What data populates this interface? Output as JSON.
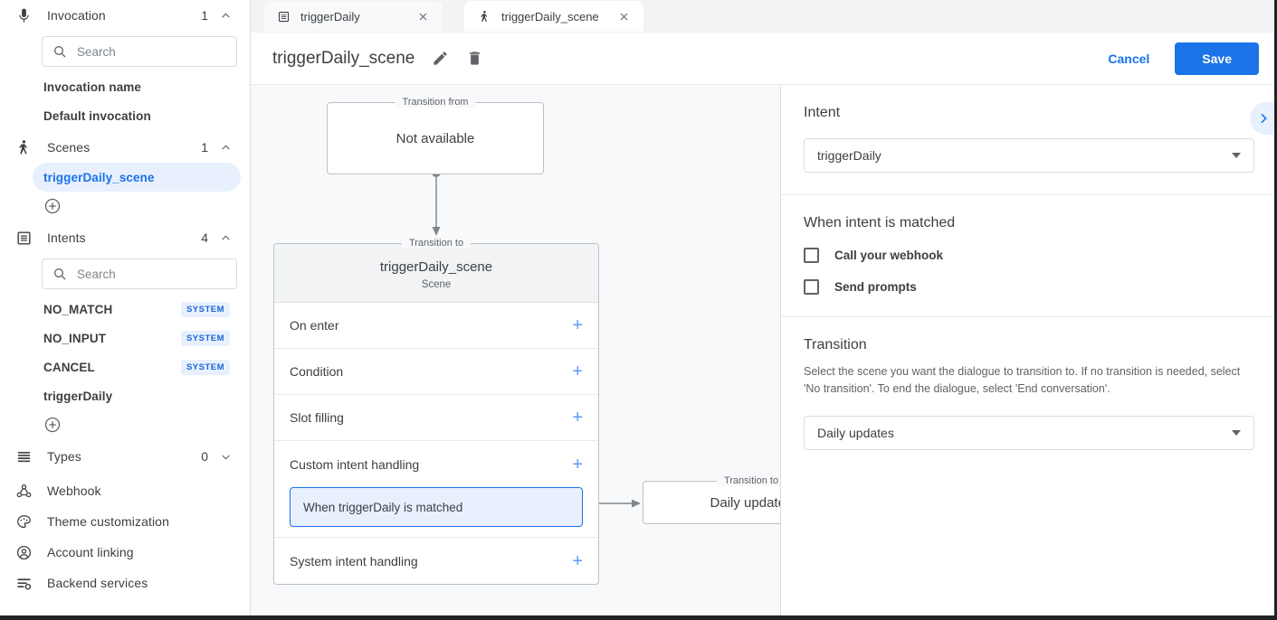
{
  "sidebar": {
    "sections": [
      {
        "id": "invocation",
        "icon": "microphone-icon",
        "label": "Invocation",
        "count": "1",
        "chevron": "chevron-up-icon"
      },
      {
        "id": "scenes",
        "icon": "scene-icon",
        "label": "Scenes",
        "count": "1",
        "chevron": "chevron-up-icon"
      },
      {
        "id": "intents",
        "icon": "intents-icon",
        "label": "Intents",
        "count": "4",
        "chevron": "chevron-up-icon"
      },
      {
        "id": "types",
        "icon": "types-icon",
        "label": "Types",
        "count": "0",
        "chevron": "chevron-down-icon"
      }
    ],
    "invocation_search_placeholder": "Search",
    "invocation_items": [
      {
        "label": "Invocation name"
      },
      {
        "label": "Default invocation"
      }
    ],
    "scene_items": [
      {
        "label": "triggerDaily_scene",
        "active": true
      }
    ],
    "intents_search_placeholder": "Search",
    "intent_items": [
      {
        "label": "NO_MATCH",
        "badge": "SYSTEM"
      },
      {
        "label": "NO_INPUT",
        "badge": "SYSTEM"
      },
      {
        "label": "CANCEL",
        "badge": "SYSTEM"
      },
      {
        "label": "triggerDaily",
        "badge": ""
      }
    ],
    "nav_items": [
      {
        "icon": "webhook-icon",
        "label": "Webhook"
      },
      {
        "icon": "palette-icon",
        "label": "Theme customization"
      },
      {
        "icon": "account-circle-icon",
        "label": "Account linking"
      },
      {
        "icon": "backend-services-icon",
        "label": "Backend services"
      }
    ],
    "add_label": "add-icon"
  },
  "tabs": [
    {
      "icon": "intent-tab-icon",
      "label": "triggerDaily",
      "active": false,
      "close": "close-icon"
    },
    {
      "icon": "scene-tab-icon",
      "label": "triggerDaily_scene",
      "active": true,
      "close": "close-icon"
    }
  ],
  "header": {
    "title": "triggerDaily_scene",
    "edit_icon": "pencil-icon",
    "delete_icon": "trash-icon",
    "cancel_label": "Cancel",
    "save_label": "Save"
  },
  "canvas": {
    "transition_from_legend": "Transition from",
    "transition_from_value": "Not available",
    "transition_to_legend": "Transition to",
    "scene_name": "triggerDaily_scene",
    "scene_subtitle": "Scene",
    "rows": [
      {
        "label": "On enter",
        "add": "+"
      },
      {
        "label": "Condition",
        "add": "+"
      },
      {
        "label": "Slot filling",
        "add": "+"
      },
      {
        "label": "Custom intent handling",
        "add": "+"
      },
      {
        "label": "System intent handling",
        "add": "+"
      }
    ],
    "intent_handler_label": "When triggerDaily is matched",
    "right_box_legend": "Transition to",
    "right_box_value": "Daily updates"
  },
  "panel": {
    "intent_title": "Intent",
    "intent_value": "triggerDaily",
    "matched_title": "When intent is matched",
    "checkboxes": [
      {
        "label": "Call your webhook",
        "checked": false
      },
      {
        "label": "Send prompts",
        "checked": false
      }
    ],
    "transition_title": "Transition",
    "transition_desc": "Select the scene you want the dialogue to transition to. If no transition is needed, select 'No transition'. To end the dialogue, select 'End conversation'.",
    "transition_value": "Daily updates",
    "expander_icon": "chevron-right-icon"
  },
  "colors": {
    "accent": "#1a73e8",
    "accent_bg": "#e8f0fe",
    "border": "#dadce0",
    "canvas_bg": "#f8f9fa",
    "text": "#3c4043",
    "muted": "#5f6368"
  }
}
